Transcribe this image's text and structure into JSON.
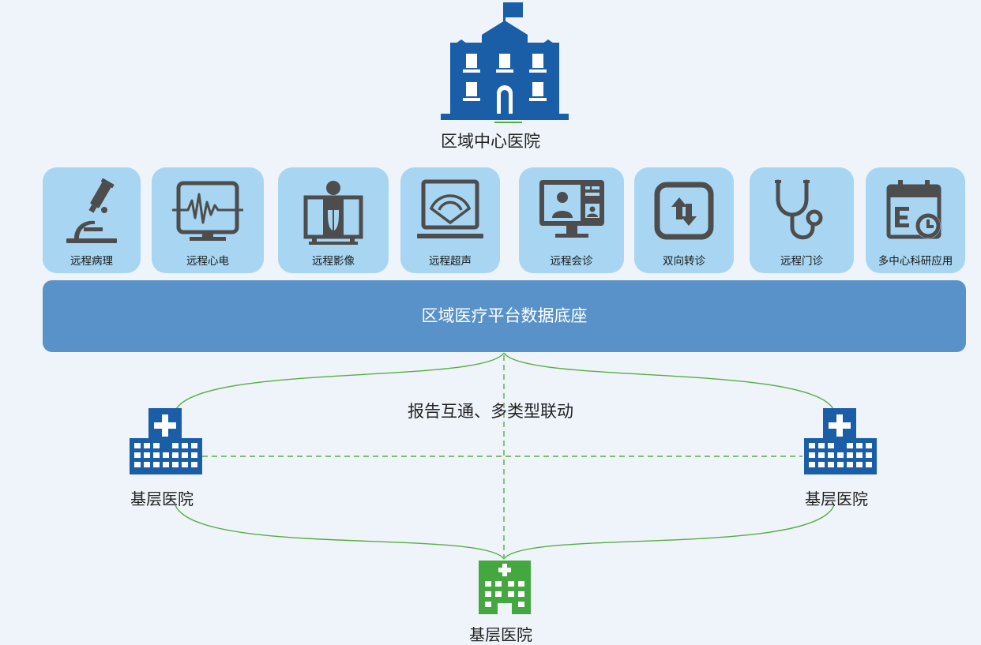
{
  "center_hospital": {
    "label": "区域中心医院"
  },
  "services": [
    {
      "label": "远程病理",
      "icon": "microscope-icon"
    },
    {
      "label": "远程心电",
      "icon": "ecg-monitor-icon"
    },
    {
      "label": "远程影像",
      "icon": "xray-icon"
    },
    {
      "label": "远程超声",
      "icon": "ultrasound-icon"
    },
    {
      "label": "远程会诊",
      "icon": "video-consult-icon"
    },
    {
      "label": "双向转诊",
      "icon": "referral-arrows-icon"
    },
    {
      "label": "远程门诊",
      "icon": "stethoscope-icon"
    },
    {
      "label": "多中心科研应用",
      "icon": "calendar-clock-icon"
    }
  ],
  "platform": {
    "label": "区域医疗平台数据底座"
  },
  "connection": {
    "label": "报告互通、多类型联动"
  },
  "hospitals": {
    "left": {
      "label": "基层医院"
    },
    "right": {
      "label": "基层医院"
    },
    "bottom": {
      "label": "基层医院"
    }
  },
  "colors": {
    "background": "#eef4fa",
    "primary_blue": "#1a5ea8",
    "tile_blue": "#a8d6f2",
    "platform_blue": "#5892c8",
    "icon_gray": "#4d4d4d",
    "green": "#45a73f",
    "connector_green": "#5aac42"
  }
}
